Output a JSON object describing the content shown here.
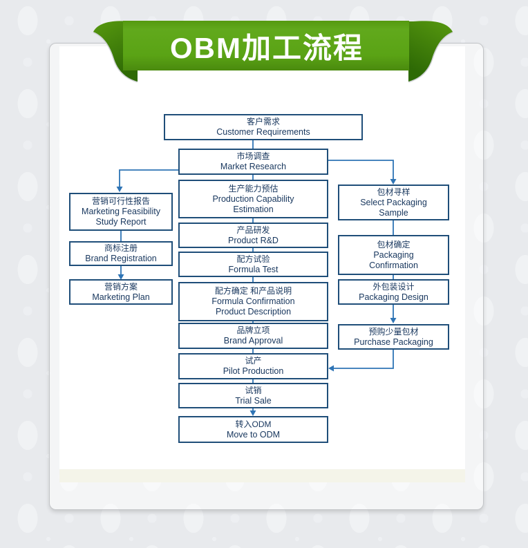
{
  "title": {
    "text": "OBM加工流程"
  },
  "colors": {
    "ribbon_green_light": "#61a91c",
    "ribbon_green_dark": "#4a8a0e",
    "ribbon_curl_dark": "#2e6a05",
    "box_border": "#1f4e79",
    "connector_blue": "#2e74b5",
    "node_text": "#17365d",
    "beige_strip": "#f4f4e9",
    "background": "#e8eaed"
  },
  "nodes": {
    "customer": {
      "zh": "客户需求",
      "en": "Customer Requirements"
    },
    "market": {
      "zh": "市场调查",
      "en": "Market Research"
    },
    "production": {
      "zh": "生产能力预估",
      "en": "Production Capability\nEstimation"
    },
    "rd": {
      "zh": "产品研发",
      "en": "Product R&D"
    },
    "formula_test": {
      "zh": "配方试验",
      "en": "Formula Test"
    },
    "formula_conf": {
      "zh": "配方确定 和产品说明",
      "en": "Formula Confirmation\nProduct Description"
    },
    "brand_approval": {
      "zh": "品牌立项",
      "en": "Brand Approval"
    },
    "pilot": {
      "zh": "试产",
      "en": "Pilot Production"
    },
    "trial": {
      "zh": "试销",
      "en": "Trial Sale"
    },
    "odm": {
      "zh": "转入ODM",
      "en": "Move to ODM"
    },
    "feasibility": {
      "zh": "营销可行性报告",
      "en": "Marketing Feasibility\nStudy Report"
    },
    "registration": {
      "zh": "商标注册",
      "en": "Brand Registration"
    },
    "plan": {
      "zh": "营销方案",
      "en": "Marketing Plan"
    },
    "select_pack": {
      "zh": "包材寻样",
      "en": "Select Packaging\nSample"
    },
    "pack_conf": {
      "zh": "包材确定",
      "en": "Packaging\nConfirmation"
    },
    "pack_design": {
      "zh": "外包装设计",
      "en": "Packaging Design"
    },
    "purchase": {
      "zh": "预购少量包材",
      "en": "Purchase Packaging"
    }
  },
  "edges": [
    {
      "from": "customer",
      "to": "market",
      "arrow": false
    },
    {
      "from": "market",
      "to": "production",
      "arrow": false
    },
    {
      "from": "market",
      "to": "feasibility",
      "arrow": true
    },
    {
      "from": "market",
      "to": "select_pack",
      "arrow": true
    },
    {
      "from": "feasibility",
      "to": "registration",
      "arrow": false
    },
    {
      "from": "registration",
      "to": "plan",
      "arrow": true
    },
    {
      "from": "production",
      "to": "rd",
      "arrow": false
    },
    {
      "from": "rd",
      "to": "formula_test",
      "arrow": false
    },
    {
      "from": "formula_test",
      "to": "formula_conf",
      "arrow": false
    },
    {
      "from": "formula_conf",
      "to": "brand_approval",
      "arrow": false
    },
    {
      "from": "brand_approval",
      "to": "pilot",
      "arrow": false
    },
    {
      "from": "pilot",
      "to": "trial",
      "arrow": false
    },
    {
      "from": "trial",
      "to": "odm",
      "arrow": true
    },
    {
      "from": "select_pack",
      "to": "pack_conf",
      "arrow": false
    },
    {
      "from": "pack_conf",
      "to": "pack_design",
      "arrow": false
    },
    {
      "from": "pack_design",
      "to": "purchase",
      "arrow": true
    },
    {
      "from": "purchase",
      "to": "pilot",
      "arrow": true
    }
  ]
}
